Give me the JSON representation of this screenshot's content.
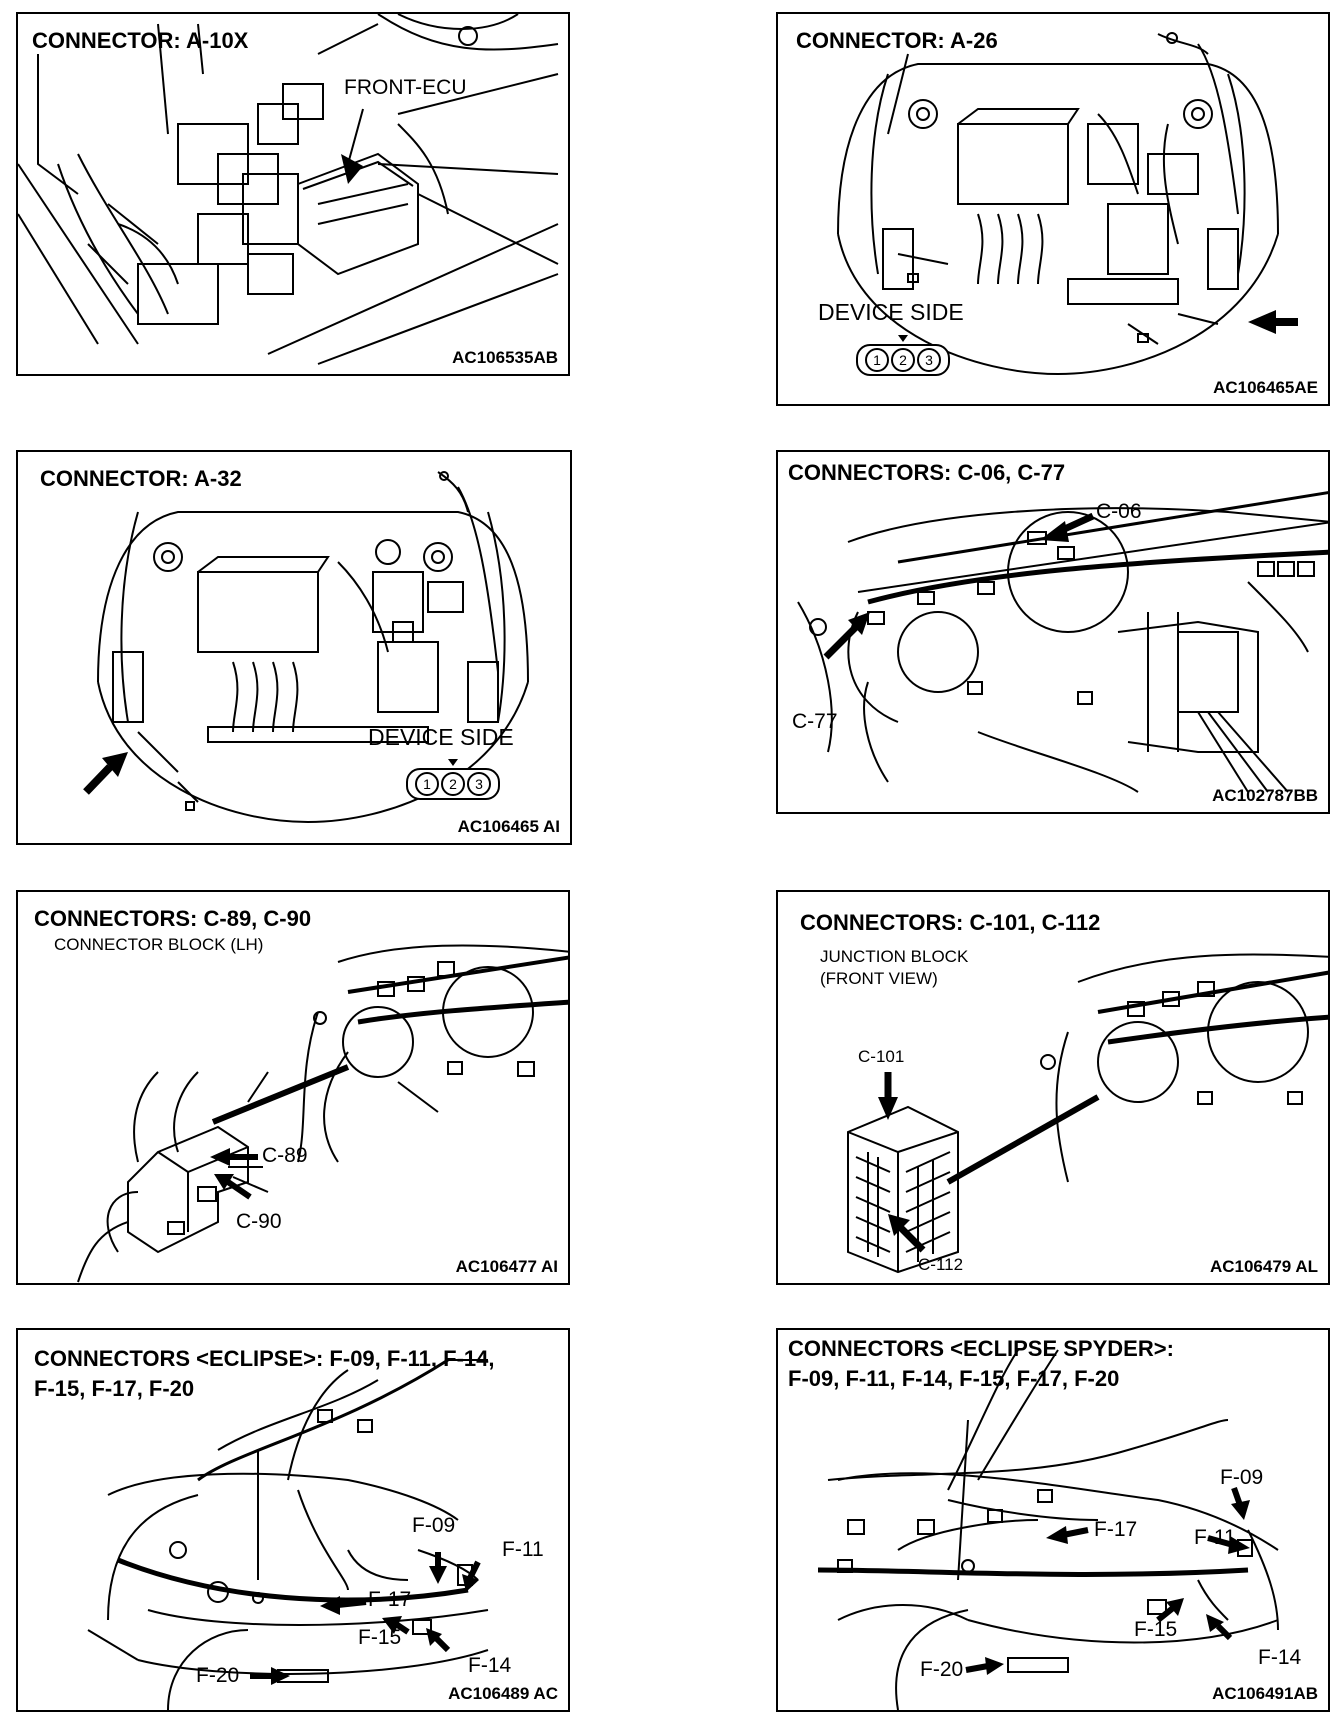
{
  "panels": [
    {
      "title_lines": [
        "CONNECTOR: A-10X"
      ],
      "labels": [
        "FRONT-ECU"
      ],
      "code": "AC106535AB"
    },
    {
      "title_lines": [
        "CONNECTOR: A-26"
      ],
      "labels": [
        "DEVICE SIDE"
      ],
      "pins": [
        "1",
        "2",
        "3"
      ],
      "code": "AC106465AE"
    },
    {
      "title_lines": [
        "CONNECTOR: A-32"
      ],
      "labels": [
        "DEVICE SIDE"
      ],
      "pins": [
        "1",
        "2",
        "3"
      ],
      "code": "AC106465 AI"
    },
    {
      "title_lines": [
        "CONNECTORS: C-06, C-77"
      ],
      "labels": [
        "C-06",
        "C-77"
      ],
      "code": "AC102787BB"
    },
    {
      "title_lines": [
        "CONNECTORS: C-89, C-90"
      ],
      "subtitle": [
        "CONNECTOR BLOCK (LH)"
      ],
      "labels": [
        "C-89",
        "C-90"
      ],
      "code": "AC106477 AI"
    },
    {
      "title_lines": [
        "CONNECTORS: C-101, C-112"
      ],
      "subtitle": [
        "JUNCTION BLOCK",
        "(FRONT VIEW)"
      ],
      "labels": [
        "C-101",
        "C-112"
      ],
      "code": "AC106479 AL"
    },
    {
      "title_lines": [
        "CONNECTORS <ECLIPSE>: F-09, F-11, F-14,",
        "F-15, F-17, F-20"
      ],
      "labels": [
        "F-09",
        "F-11",
        "F-17",
        "F-15",
        "F-14",
        "F-20"
      ],
      "code": "AC106489 AC"
    },
    {
      "title_lines": [
        "CONNECTORS <ECLIPSE SPYDER>:",
        "F-09, F-11, F-14, F-15, F-17, F-20"
      ],
      "labels": [
        "F-09",
        "F-17",
        "F-11",
        "F-15",
        "F-14",
        "F-20"
      ],
      "code": "AC106491AB"
    }
  ]
}
